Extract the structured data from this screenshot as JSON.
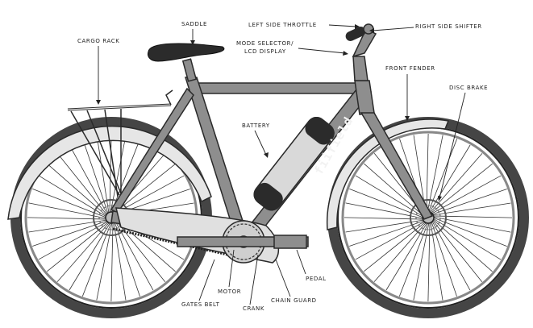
{
  "diagram": {
    "brand": "fiifield",
    "labels": {
      "saddle": "SADDLE",
      "left_throttle": "LEFT SIDE THROTTLE",
      "right_shifter": "RIGHT SIDE SHIFTER",
      "cargo_rack": "CARGO RACK",
      "mode_selector_1": "MODE SELECTOR/",
      "mode_selector_2": "LCD DISPLAY",
      "front_fender": "FRONT FENDER",
      "disc_brake": "DISC BRAKE",
      "battery": "BATTERY",
      "motor": "MOTOR",
      "gates_belt": "GATES BELT",
      "crank": "CRANK",
      "chain_guard": "CHAIN GUARD",
      "pedal": "PEDAL"
    },
    "colors": {
      "frame": "#8e8e8e",
      "frame_stroke": "#2a2a2a",
      "fender": "#e6e6e6",
      "tire": "#444444",
      "spoke": "#333333",
      "battery_body": "#d9d9d9",
      "battery_cap": "#2b2b2b"
    }
  }
}
